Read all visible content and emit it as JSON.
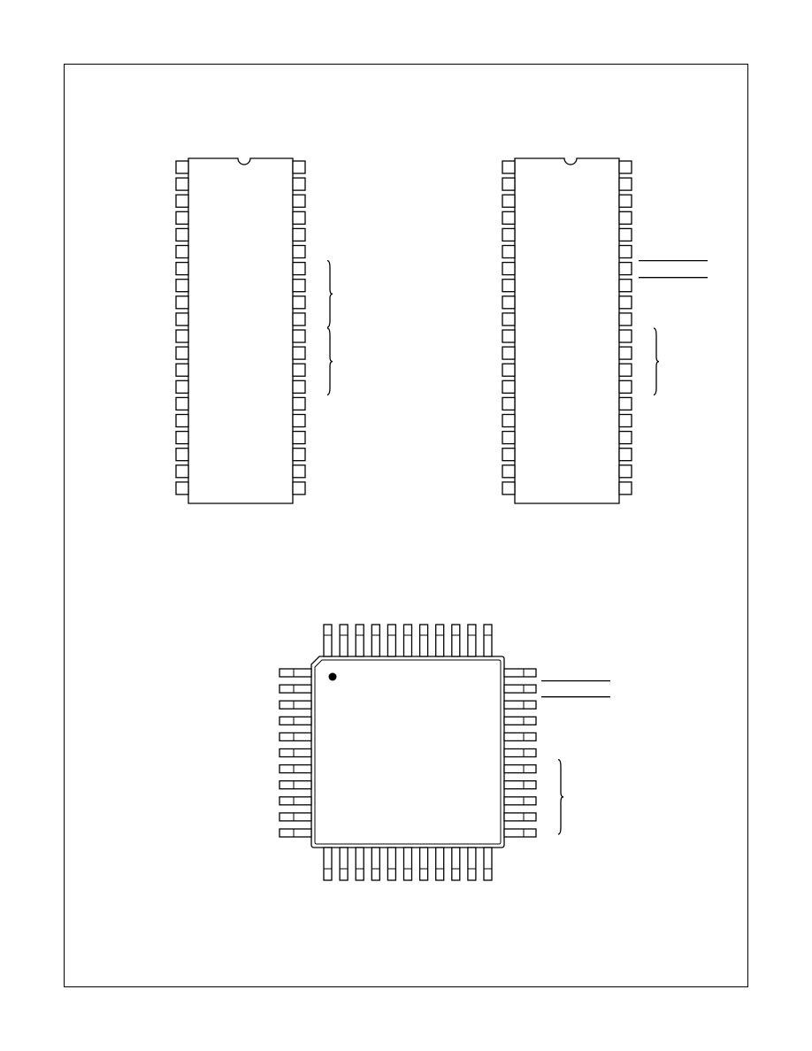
{
  "document": {
    "type": "connection-diagram-page",
    "packages": [
      {
        "id": "dip-left",
        "kind": "DIP",
        "pins_per_side": 20,
        "orientation_notch": "top",
        "side_annotations": [
          {
            "type": "brace",
            "pin_span": [
              7,
              10
            ]
          },
          {
            "type": "brace",
            "pin_span": [
              11,
              14
            ]
          }
        ]
      },
      {
        "id": "dip-right",
        "kind": "DIP",
        "pins_per_side": 20,
        "orientation_notch": "top",
        "side_annotations": [
          {
            "type": "overbar-line",
            "at_pin": 7
          },
          {
            "type": "overbar-line",
            "at_pin": 8
          },
          {
            "type": "brace",
            "pin_span": [
              11,
              14
            ]
          }
        ]
      },
      {
        "id": "qfp",
        "kind": "QFP",
        "pins_per_side": 11,
        "pin1_marker": "dot",
        "side_annotations": [
          {
            "type": "overbar-line",
            "at_pin": 2
          },
          {
            "type": "overbar-line",
            "at_pin": 3
          },
          {
            "type": "brace",
            "pin_span": [
              7,
              11
            ]
          }
        ]
      }
    ]
  }
}
